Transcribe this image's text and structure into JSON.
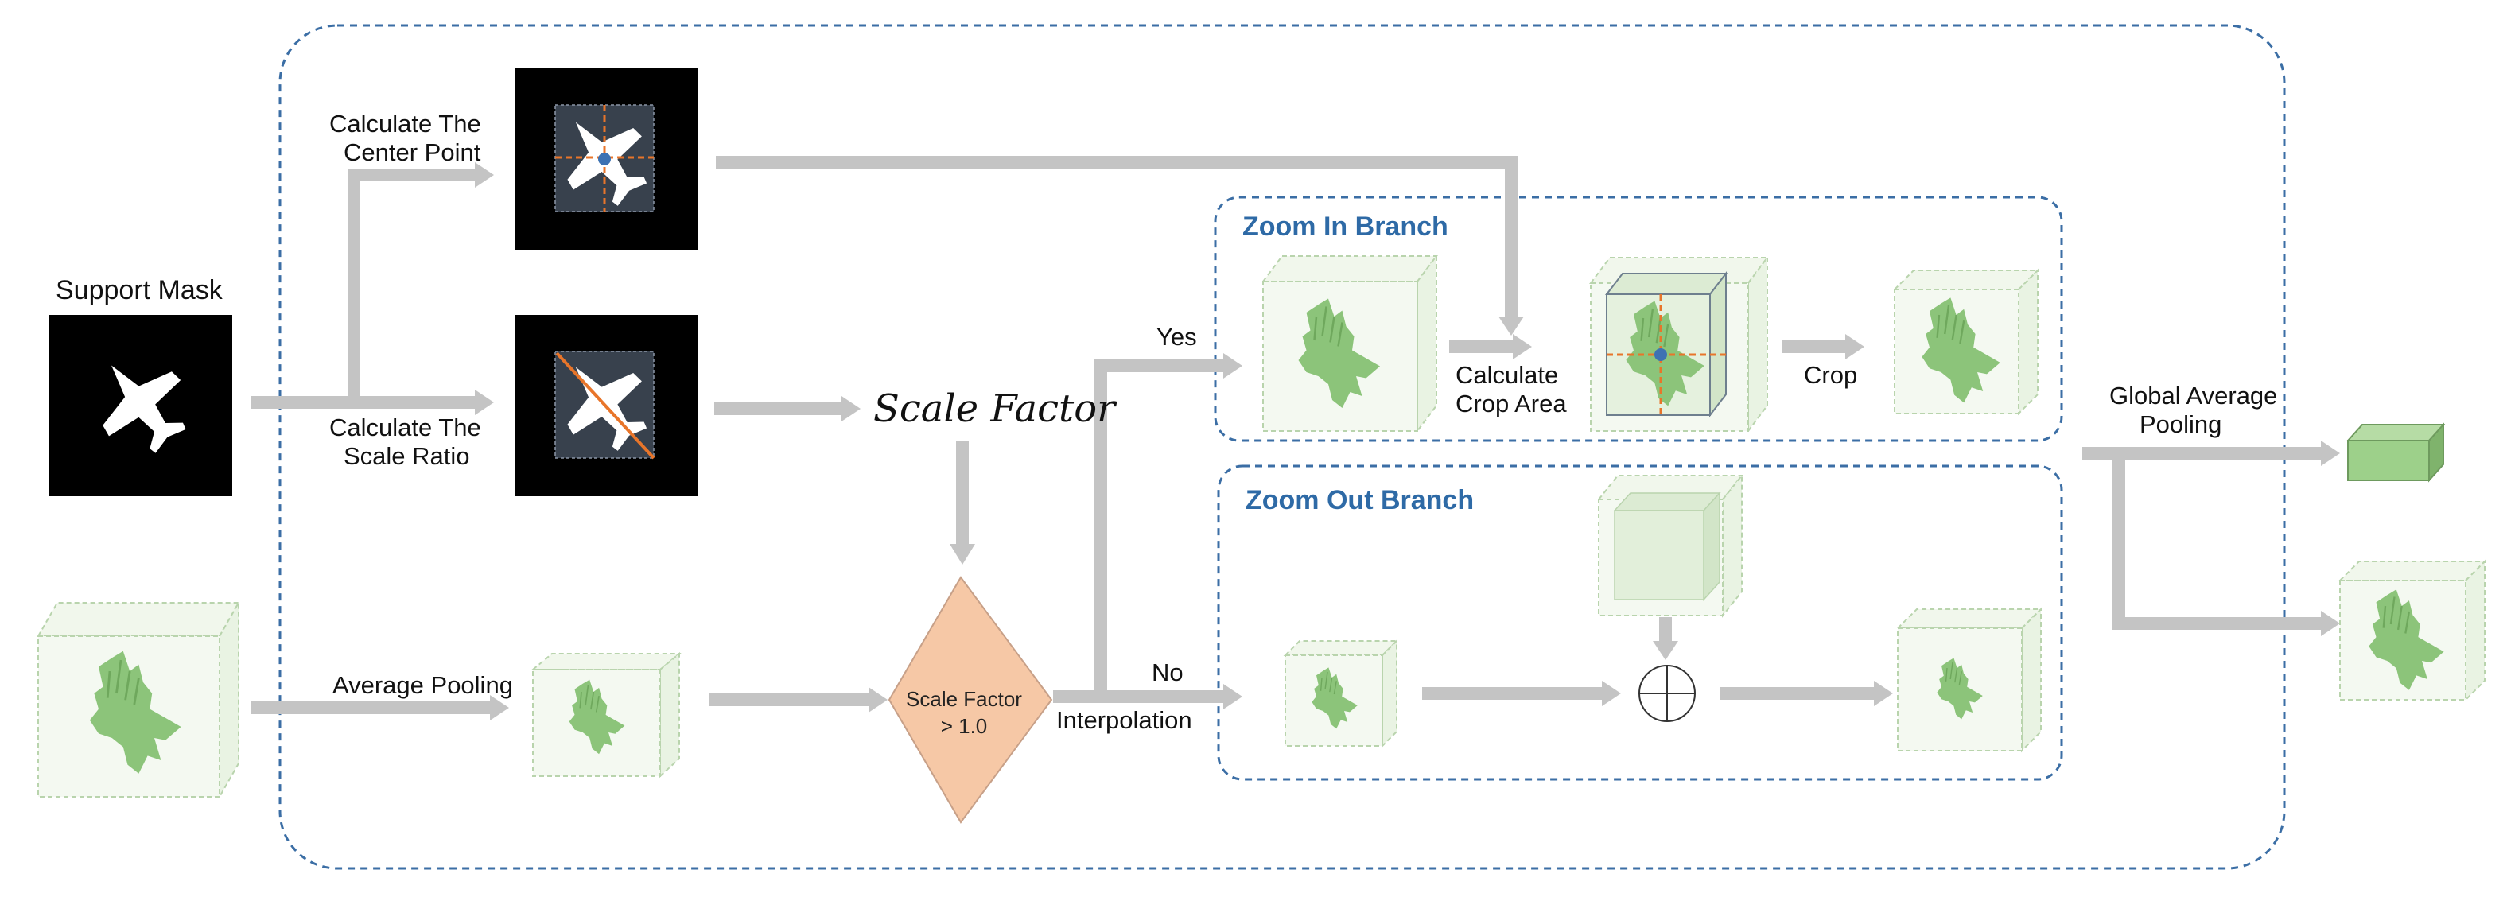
{
  "labels": {
    "support_mask": "Support Mask",
    "calc_center_1": "Calculate The",
    "calc_center_2": "Center Point",
    "calc_scale_1": "Calculate The",
    "calc_scale_2": "Scale Ratio",
    "average_pooling": "Average Pooling",
    "scale_factor": "Scale Factor",
    "decision_1": "Scale Factor",
    "decision_2": "> 1.0",
    "yes": "Yes",
    "no": "No",
    "interpolation": "Interpolation",
    "crop_area_1": "Calculate",
    "crop_area_2": "Crop Area",
    "crop": "Crop",
    "gap_1": "Global Average",
    "gap_2": "Pooling"
  },
  "zoom_in": {
    "title": "Zoom In Branch"
  },
  "zoom_out": {
    "title": "Zoom Out Branch"
  },
  "colors": {
    "outer_border": "#3b6ea5",
    "branch_title": "#2e6aa6",
    "arrow": "#c4c4c4",
    "diamond_fill": "#f6c8a6",
    "diamond_stroke": "#c7a088",
    "feature_green": "#8cc47a",
    "cube_face": "#f1f7ec",
    "cube_edge": "#b9d4ad",
    "mask_panel": "#38414d",
    "orange_line": "#e8752a",
    "center_dot": "#3d72b3",
    "vector_green": "#9dd08a"
  }
}
